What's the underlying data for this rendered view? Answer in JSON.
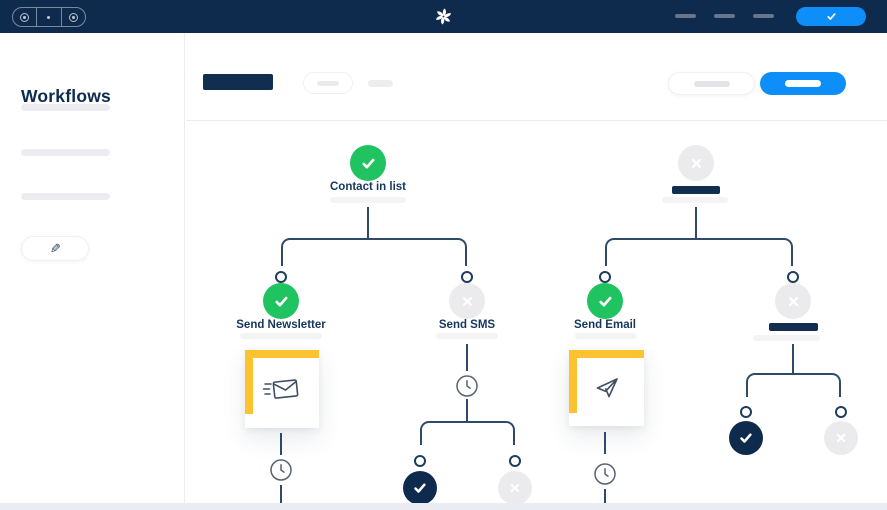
{
  "colors": {
    "topbar_bg": "#0e2a4d",
    "accent_blue": "#0d8ef9",
    "success_green": "#1fc35f",
    "card_accent_yellow": "#fcc230",
    "inactive_gray": "#ebebee",
    "connector_navy": "#2e4a68"
  },
  "topbar": {
    "window_controls_icon": "window-controls",
    "logo_icon": "swirl-logo",
    "menu_placeholder_count": 3,
    "action_button_icon": "check-icon"
  },
  "sidebar": {
    "title": "Workflows",
    "list_placeholder_count": 3,
    "edit_button_icon": "pencil-icon",
    "edit_icon_glyph": "✎"
  },
  "main_header": {
    "title_placeholder": "navy-bar",
    "filter_pill_placeholder": "gray-dash",
    "secondary_button_placeholder": "gray-dash",
    "primary_button_placeholder": "white-dash"
  },
  "workflow": {
    "nodes": {
      "contact_in_list": {
        "label": "Contact in list",
        "status": "success",
        "icon": "check-icon"
      },
      "send_newsletter": {
        "label": "Send Newsletter",
        "status": "success",
        "icon": "check-icon",
        "card_icon": "email-send-icon"
      },
      "send_sms": {
        "label": "Send SMS",
        "status": "inactive",
        "icon": "x-icon",
        "step_icon": "clock-icon"
      },
      "right_root": {
        "status": "inactive",
        "icon": "x-icon",
        "label_placeholder": "navy-bar"
      },
      "send_email": {
        "label": "Send Email",
        "status": "success",
        "icon": "check-icon",
        "card_icon": "paper-plane-icon",
        "step_icon": "clock-icon"
      },
      "right_branch": {
        "status": "inactive",
        "icon": "x-icon",
        "label_placeholder": "navy-bar"
      },
      "sms_branch_yes": {
        "status": "done",
        "icon": "check-icon"
      },
      "sms_branch_no": {
        "status": "inactive",
        "icon": "x-icon"
      },
      "right_branch_yes": {
        "status": "done",
        "icon": "check-icon"
      },
      "right_branch_no": {
        "status": "inactive",
        "icon": "x-icon"
      }
    }
  }
}
